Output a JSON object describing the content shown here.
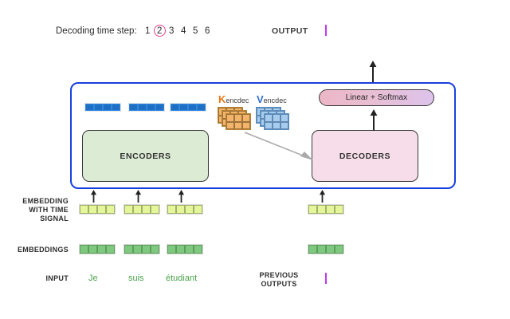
{
  "diagram": {
    "title": "Transformer decoding time step 2",
    "colors": {
      "accent_blue": "#1a3fe0",
      "pink_circle": "#ec3f8e",
      "encoder_green": "#dcebd4",
      "decoder_pink": "#f7dde9",
      "k_orange": "#e8771a",
      "v_blue": "#2f6fd0",
      "word_green": "#4aa34a",
      "token_purple": "#c13af0"
    }
  },
  "header": {
    "timestep_label": "Decoding time step:",
    "timesteps": [
      "1",
      "2",
      "3",
      "4",
      "5",
      "6"
    ],
    "active_timestep": "2",
    "output_label": "OUTPUT",
    "output_token": ""
  },
  "model": {
    "encoders_label": "ENCODERS",
    "decoders_label": "DECODERS",
    "linear_softmax_label": "Linear + Softmax",
    "encoder_output_vectors": [
      {
        "name": "encoder-output-vector-1",
        "cells": 4
      },
      {
        "name": "encoder-output-vector-2",
        "cells": 4
      },
      {
        "name": "encoder-output-vector-3",
        "cells": 4
      }
    ],
    "attention_matrices": [
      {
        "name": "k-encdec",
        "symbol": "K",
        "subscript": "encdec",
        "color": "#e8771a",
        "sheets": 3,
        "rows": 2,
        "cols": 3
      },
      {
        "name": "v-encdec",
        "symbol": "V",
        "subscript": "encdec",
        "color": "#2f6fd0",
        "sheets": 3,
        "rows": 2,
        "cols": 3
      }
    ]
  },
  "rows": {
    "embedding_with_time_signal_label": "EMBEDDING\nWITH TIME\nSIGNAL",
    "embedding_with_time_signal_line1": "EMBEDDING",
    "embedding_with_time_signal_line2": "WITH TIME",
    "embedding_with_time_signal_line3": "SIGNAL",
    "embeddings_label": "EMBEDDINGS",
    "input_label": "INPUT",
    "previous_outputs_line1": "PREVIOUS",
    "previous_outputs_line2": "OUTPUTS"
  },
  "input": {
    "words": [
      "Je",
      "suis",
      "étudiant"
    ],
    "previous_output_token": ""
  },
  "vectors": {
    "encoder_time_signal": [
      {
        "name": "time-signal-vector-je",
        "cells": 4
      },
      {
        "name": "time-signal-vector-suis",
        "cells": 4
      },
      {
        "name": "time-signal-vector-etudiant",
        "cells": 4
      }
    ],
    "encoder_embeddings": [
      {
        "name": "embedding-vector-je",
        "cells": 4
      },
      {
        "name": "embedding-vector-suis",
        "cells": 4
      },
      {
        "name": "embedding-vector-etudiant",
        "cells": 4
      }
    ],
    "decoder_time_signal": [
      {
        "name": "time-signal-vector-prev-output",
        "cells": 4
      }
    ],
    "decoder_embeddings": [
      {
        "name": "embedding-vector-prev-output",
        "cells": 4
      }
    ]
  }
}
